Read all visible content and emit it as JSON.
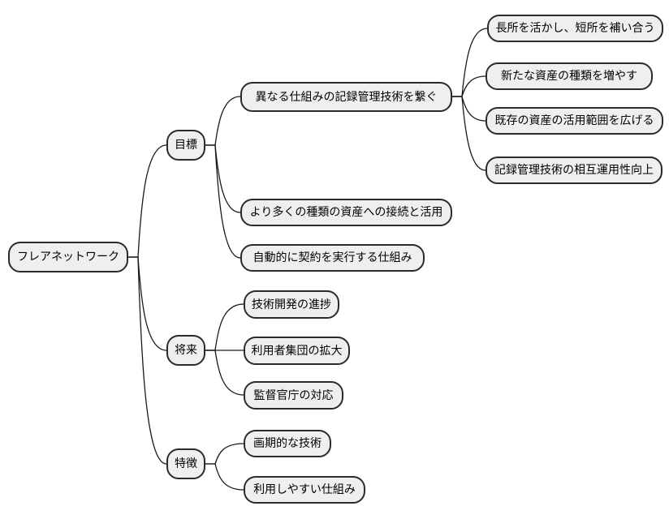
{
  "mindmap": {
    "type": "mindmap",
    "root": {
      "label": "フレアネットワーク"
    },
    "branches": [
      {
        "label": "目標",
        "children": [
          {
            "label": "異なる仕組みの記録管理技術を繋ぐ",
            "children": [
              {
                "label": "長所を活かし、短所を補い合う"
              },
              {
                "label": "新たな資産の種類を増やす"
              },
              {
                "label": "既存の資産の活用範囲を広げる"
              },
              {
                "label": "記録管理技術の相互運用性向上"
              }
            ]
          },
          {
            "label": "より多くの種類の資産への接続と活用"
          },
          {
            "label": "自動的に契約を実行する仕組み"
          }
        ]
      },
      {
        "label": "将来",
        "children": [
          {
            "label": "技術開発の進捗"
          },
          {
            "label": "利用者集団の拡大"
          },
          {
            "label": "監督官庁の対応"
          }
        ]
      },
      {
        "label": "特徴",
        "children": [
          {
            "label": "画期的な技術"
          },
          {
            "label": "利用しやすい仕組み"
          }
        ]
      }
    ],
    "colors": {
      "background": "#ffffff",
      "node_fill": "#efefef",
      "node_border": "#2b2b2b",
      "edge": "#1a1a1a",
      "text": "#000000"
    }
  }
}
